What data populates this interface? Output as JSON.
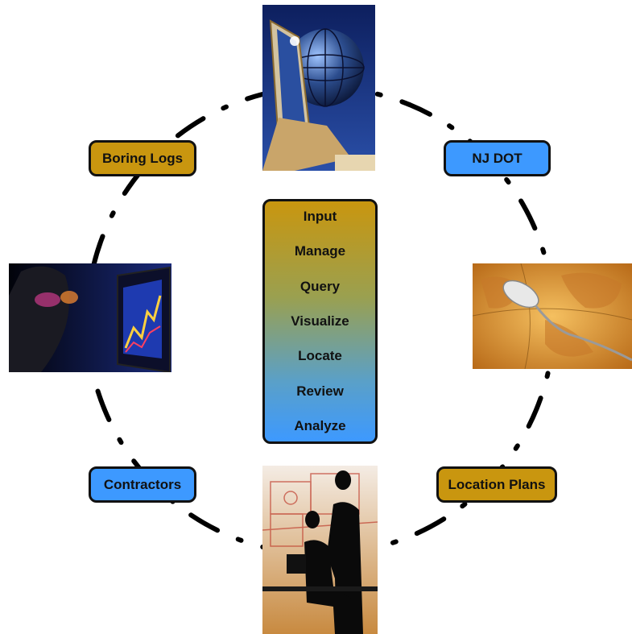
{
  "nodes": {
    "boring_logs": "Boring Logs",
    "nj_dot": "NJ DOT",
    "contractors": "Contractors",
    "location_plans": "Location Plans"
  },
  "center_items": [
    "Input",
    "Manage",
    "Query",
    "Visualize",
    "Locate",
    "Review",
    "Analyze"
  ],
  "colors": {
    "gold": "#c9960f",
    "blue": "#3d99ff",
    "outline": "#111111"
  }
}
